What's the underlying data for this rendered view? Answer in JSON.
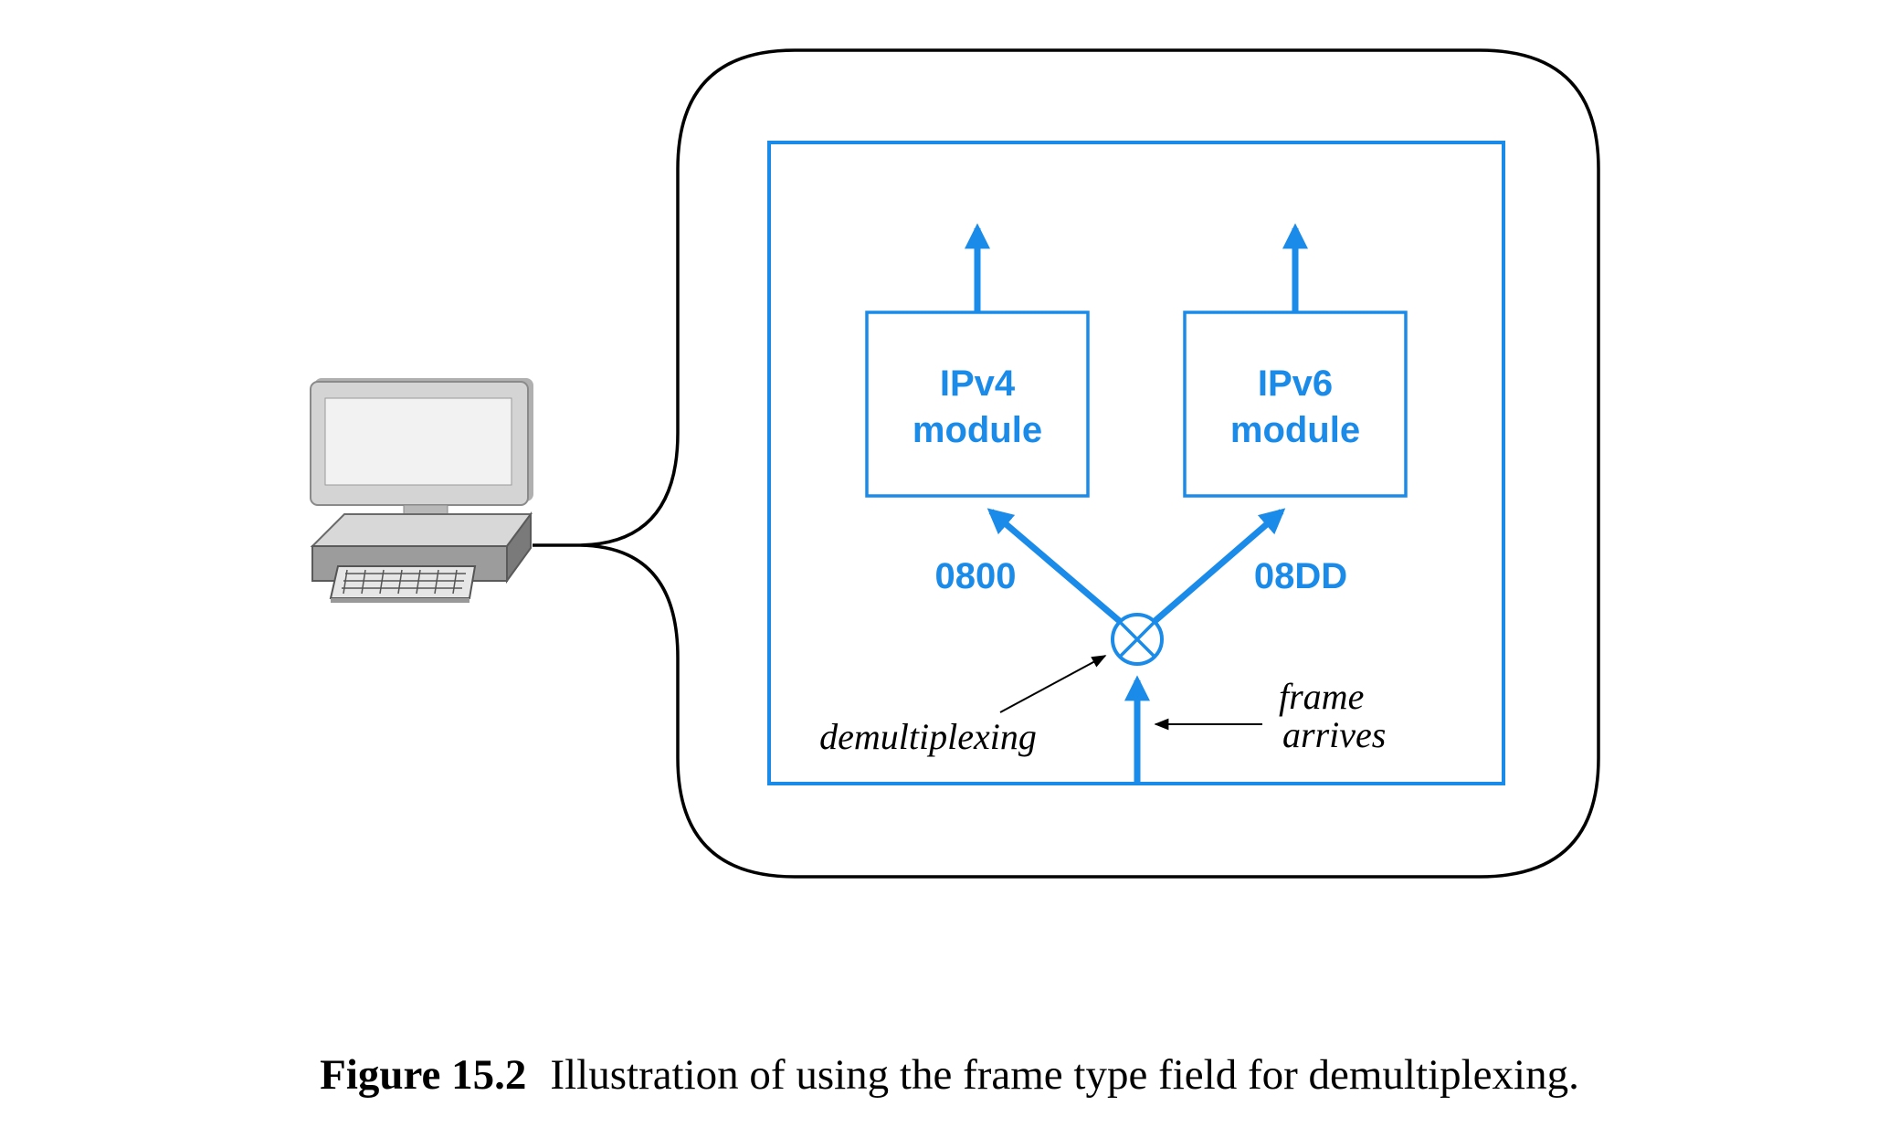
{
  "diagram": {
    "modules": [
      {
        "id": "ipv4",
        "line1": "IPv4",
        "line2": "module",
        "type_code": "0800"
      },
      {
        "id": "ipv6",
        "line1": "IPv6",
        "line2": "module",
        "type_code": "08DD"
      }
    ],
    "annotations": {
      "demux": "demultiplexing",
      "frame_line1": "frame",
      "frame_line2": "arrives"
    },
    "colors": {
      "accent": "#1a8be8",
      "outline": "#000000"
    },
    "icons": [
      "computer-icon",
      "demultiplexer-icon"
    ]
  },
  "caption": {
    "label": "Figure 15.2",
    "text": "Illustration of using the frame type field for demultiplexing."
  }
}
